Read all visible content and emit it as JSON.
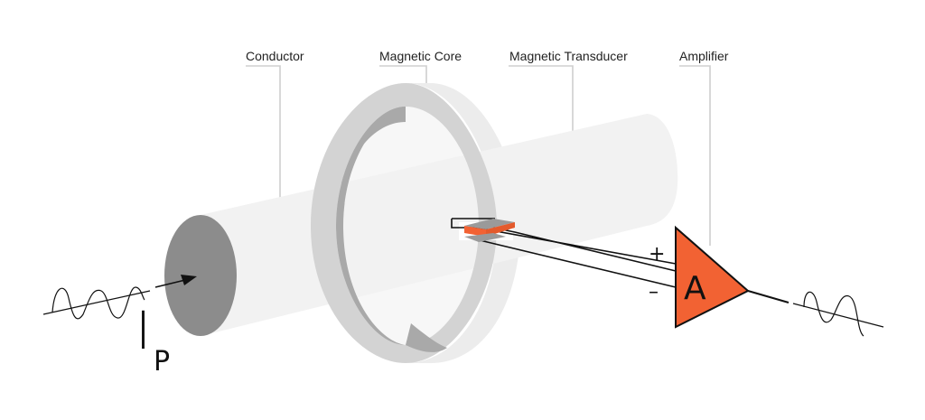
{
  "labels": {
    "conductor": "Conductor",
    "magnetic_core": "Magnetic Core",
    "magnetic_transducer": "Magnetic Transducer",
    "amplifier": "Amplifier"
  },
  "symbols": {
    "current_main": "I",
    "current_sub": "P",
    "plus": "+",
    "minus": "–",
    "amplifier": "A"
  },
  "colors": {
    "accent": "#f26233",
    "conductor_fill": "#f2f2f2",
    "conductor_end": "#8c8c8c",
    "core_face": "#d3d3d3",
    "core_inner": "#a9a9a9",
    "core_side": "#ececec",
    "leader": "#cfcfcf"
  }
}
